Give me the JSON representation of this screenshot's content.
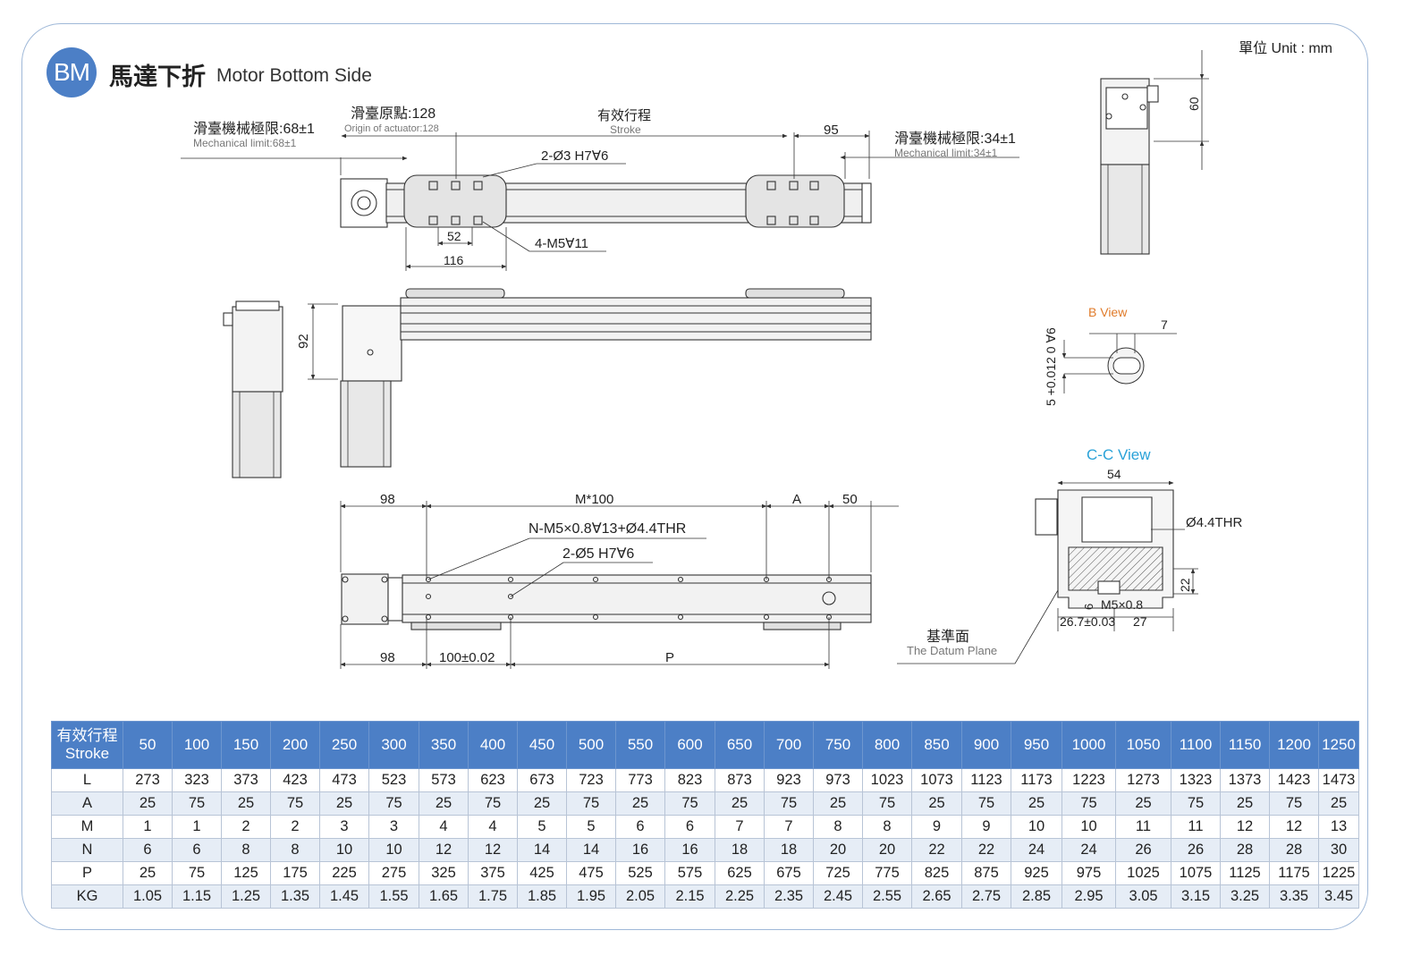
{
  "header": {
    "badge": "BM",
    "title_cn": "馬達下折",
    "title_en": "Motor Bottom Side",
    "unit": "單位 Unit : mm"
  },
  "top_view": {
    "mech_limit_left_cn": "滑臺機械極限:68±1",
    "mech_limit_left_en": "Mechanical limit:68±1",
    "origin_cn": "滑臺原點:128",
    "origin_en": "Origin of actuator:128",
    "stroke_cn": "有效行程",
    "stroke_en": "Stroke",
    "dim_95": "95",
    "mech_limit_right_cn": "滑臺機械極限:34±1",
    "mech_limit_right_en": "Mechanical limit:34±1",
    "pin_holes": "2-Ø3 H7∀6",
    "dim_52": "52",
    "dim_116": "116",
    "tap_holes": "4-M5∀11"
  },
  "side_view": {
    "dim_92": "92"
  },
  "end_view": {
    "dim_60": "60"
  },
  "b_view": {
    "title": "B View",
    "dim_7": "7",
    "tolerance": "5 +0.012 0 ∀6"
  },
  "cc_view": {
    "title": "C-C View",
    "dim_54": "54",
    "thru": "Ø4.4THR",
    "dim_22": "22",
    "dim_6": "6",
    "thread": "M5×0.8",
    "dim_267": "26.7±0.03",
    "dim_27": "27"
  },
  "bottom_view": {
    "dim_98_top": "98",
    "dim_m100": "M*100",
    "dim_a": "A",
    "dim_50": "50",
    "holes_n": "N-M5×0.8∀13+Ø4.4THR",
    "holes_pin": "2-Ø5 H7∀6",
    "dim_98_bottom": "98",
    "dim_100": "100±0.02",
    "dim_p": "P",
    "datum_cn": "基準面",
    "datum_en": "The Datum Plane"
  },
  "table": {
    "header_label_cn": "有效行程",
    "header_label_en": "Stroke",
    "strokes": [
      "50",
      "100",
      "150",
      "200",
      "250",
      "300",
      "350",
      "400",
      "450",
      "500",
      "550",
      "600",
      "650",
      "700",
      "750",
      "800",
      "850",
      "900",
      "950",
      "1000",
      "1050",
      "1100",
      "1150",
      "1200",
      "1250"
    ],
    "rows": [
      {
        "label": "L",
        "values": [
          "273",
          "323",
          "373",
          "423",
          "473",
          "523",
          "573",
          "623",
          "673",
          "723",
          "773",
          "823",
          "873",
          "923",
          "973",
          "1023",
          "1073",
          "1123",
          "1173",
          "1223",
          "1273",
          "1323",
          "1373",
          "1423",
          "1473"
        ]
      },
      {
        "label": "A",
        "values": [
          "25",
          "75",
          "25",
          "75",
          "25",
          "75",
          "25",
          "75",
          "25",
          "75",
          "25",
          "75",
          "25",
          "75",
          "25",
          "75",
          "25",
          "75",
          "25",
          "75",
          "25",
          "75",
          "25",
          "75",
          "25"
        ]
      },
      {
        "label": "M",
        "values": [
          "1",
          "1",
          "2",
          "2",
          "3",
          "3",
          "4",
          "4",
          "5",
          "5",
          "6",
          "6",
          "7",
          "7",
          "8",
          "8",
          "9",
          "9",
          "10",
          "10",
          "11",
          "11",
          "12",
          "12",
          "13"
        ]
      },
      {
        "label": "N",
        "values": [
          "6",
          "6",
          "8",
          "8",
          "10",
          "10",
          "12",
          "12",
          "14",
          "14",
          "16",
          "16",
          "18",
          "18",
          "20",
          "20",
          "22",
          "22",
          "24",
          "24",
          "26",
          "26",
          "28",
          "28",
          "30"
        ]
      },
      {
        "label": "P",
        "values": [
          "25",
          "75",
          "125",
          "175",
          "225",
          "275",
          "325",
          "375",
          "425",
          "475",
          "525",
          "575",
          "625",
          "675",
          "725",
          "775",
          "825",
          "875",
          "925",
          "975",
          "1025",
          "1075",
          "1125",
          "1175",
          "1225"
        ]
      },
      {
        "label": "KG",
        "values": [
          "1.05",
          "1.15",
          "1.25",
          "1.35",
          "1.45",
          "1.55",
          "1.65",
          "1.75",
          "1.85",
          "1.95",
          "2.05",
          "2.15",
          "2.25",
          "2.35",
          "2.45",
          "2.55",
          "2.65",
          "2.75",
          "2.85",
          "2.95",
          "3.05",
          "3.15",
          "3.25",
          "3.35",
          "3.45"
        ]
      }
    ]
  },
  "colors": {
    "accent": "#4c7fc6",
    "b_view_title": "#e07b2a",
    "cc_view_title": "#2aa2d8",
    "alt_row": "#e6edf6"
  }
}
